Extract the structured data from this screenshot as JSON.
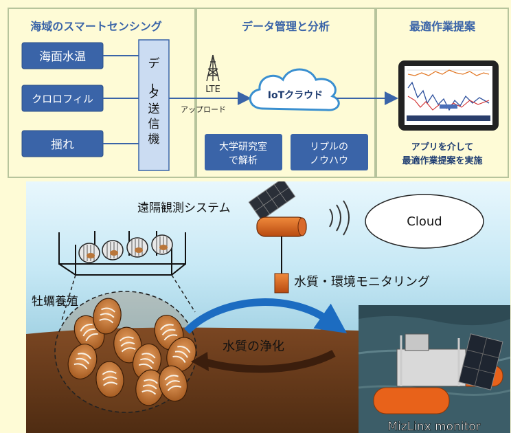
{
  "panel1": {
    "heading": "海域のスマートセンシング",
    "sensors": [
      "海面水温",
      "クロロフィル",
      "揺れ"
    ],
    "transmitter": "データ送信機"
  },
  "panel2": {
    "heading": "データ管理と分析",
    "antenna_label": "LTE",
    "upload_label": "アップロード",
    "cloud_label": "IoTクラウド",
    "analysis_boxes": [
      [
        "大学研究室",
        "で解析"
      ],
      [
        "リプルの",
        "ノウハウ"
      ]
    ]
  },
  "panel3": {
    "heading": "最適作業提案",
    "caption_lines": [
      "アプリを介して",
      "最適作業提案を実施"
    ]
  },
  "scene": {
    "remote_observation": "遠隔観測システム",
    "cloud_label": "Cloud",
    "water_monitoring": "水質・環境モニタリング",
    "oyster_farming": "牡蠣養殖",
    "water_purification": "水質の浄化",
    "photo_caption": "MizLinx monitor"
  },
  "colors": {
    "panel_bg": "#fefbd6",
    "panel_border": "#b7c49c",
    "sensor_box": "#3a64a8",
    "transmitter_box": "#cbdcf2",
    "sky_top": "#d7f0fb",
    "sea": "#8ac4d7",
    "seabed": "#6b3e1e",
    "arrow_blue": "#1c6cc1",
    "arrow_dark": "#3b1e0d"
  }
}
